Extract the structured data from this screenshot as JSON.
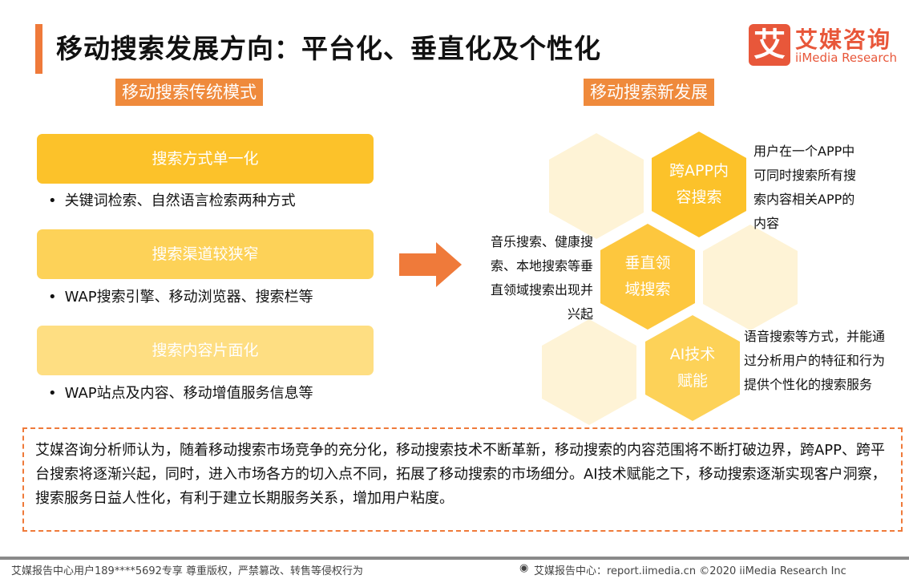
{
  "title": "移动搜索发展方向：平台化、垂直化及个性化",
  "logo": {
    "mark": "艾",
    "cn": "艾媒咨询",
    "en": "iiMedia Research"
  },
  "left": {
    "heading": "移动搜索传统模式",
    "items": [
      {
        "label": "搜索方式单一化",
        "bullet": "关键词检索、自然语言检索两种方式"
      },
      {
        "label": "搜索渠道较狭窄",
        "bullet": "WAP搜索引擎、移动浏览器、搜索栏等"
      },
      {
        "label": "搜索内容片面化",
        "bullet": "WAP站点及内容、移动增值服务信息等"
      }
    ]
  },
  "right": {
    "heading": "移动搜索新发展",
    "hexes": [
      {
        "label": "跨APP内容搜索",
        "desc": "用户在一个APP中可同时搜索所有搜索内容相关APP的内容"
      },
      {
        "label": "垂直领域搜索",
        "desc": "音乐搜索、健康搜索、本地搜索等垂直领域搜索出现并兴起"
      },
      {
        "label": "AI技术赋能",
        "desc": "语音搜索等方式，并能通过分析用户的特征和行为提供个性化的搜索服务"
      }
    ]
  },
  "summary": "艾媒咨询分析师认为，随着移动搜索市场竞争的充分化，移动搜索技术不断革新，移动搜索的内容范围将不断打破边界，跨APP、跨平台搜索将逐渐兴起，同时，进入市场各方的切入点不同，拓展了移动搜索的市场细分。AI技术赋能之下，移动搜索逐渐实现客户洞察，搜索服务日益人性化，有利于建立长期服务关系，增加用户粘度。",
  "footer": {
    "left": "艾媒报告中心用户189****5692专享 尊重版权，严禁篡改、转售等侵权行为",
    "right": "艾媒报告中心：report.iimedia.cn  ©2020  iiMedia Research Inc"
  }
}
